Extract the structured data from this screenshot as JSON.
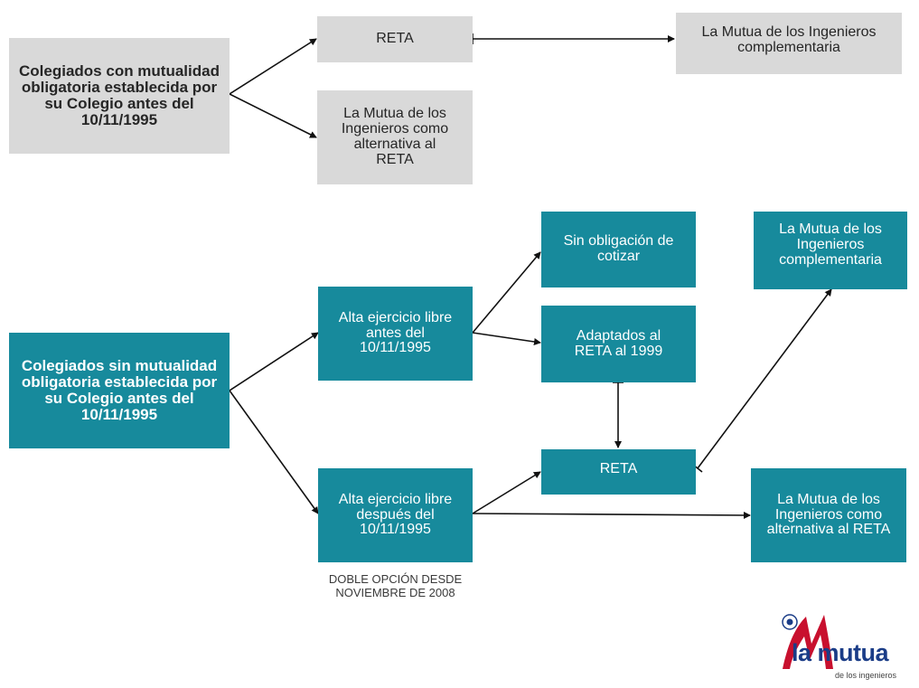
{
  "top": {
    "source": "Colegiados con mutualidad obligatoria establecida por su Colegio antes del 10/11/1995",
    "reta": "RETA",
    "alternativa": "La Mutua de los Ingenieros como alternativa al RETA",
    "complementaria": "La Mutua de los Ingenieros complementaria"
  },
  "bottom": {
    "source": "Colegiados sin mutualidad obligatoria establecida por su Colegio antes del 10/11/1995",
    "alta_antes": "Alta ejercicio libre antes del 10/11/1995",
    "alta_despues": "Alta ejercicio libre después del 10/11/1995",
    "sin_obligacion": "Sin obligación de cotizar",
    "adaptados": "Adaptados al RETA al 1999",
    "reta": "RETA",
    "complementaria": "La Mutua de los Ingenieros complementaria",
    "alternativa": "La Mutua de los Ingenieros como alternativa al RETA",
    "caption": "DOBLE OPCIÓN DESDE NOVIEMBRE DE 2008"
  },
  "logo": {
    "main": "la mutua",
    "sub": "de los ingenieros",
    "colors": {
      "red": "#c8102e",
      "blue": "#1a3c87"
    }
  },
  "colors": {
    "teal": "#178a9c",
    "gray": "#d9d9d9",
    "arrow": "#111111"
  }
}
